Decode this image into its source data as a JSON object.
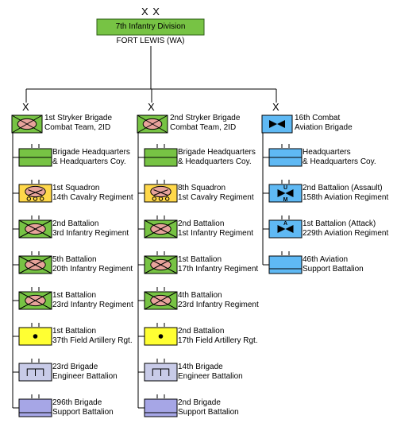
{
  "division": {
    "echelon": "X X",
    "name": "7th Infantry Division",
    "location": "FORT LEWIS (WA)"
  },
  "brigades": [
    {
      "echelon": "X",
      "name": [
        "1st Stryker Brigade",
        "Combat Team, 2ID"
      ],
      "symbol": "stryker",
      "units": [
        {
          "symbol": "hq",
          "label": [
            "Brigade Headquarters",
            "& Headquarters Coy."
          ]
        },
        {
          "symbol": "cavalry",
          "label": [
            "1st Squadron",
            "14th Cavalry Regiment"
          ]
        },
        {
          "symbol": "stryker",
          "label": [
            "2nd Battalion",
            "3rd Infantry Regiment"
          ]
        },
        {
          "symbol": "stryker",
          "label": [
            "5th Battalion",
            "20th Infantry Regiment"
          ]
        },
        {
          "symbol": "stryker",
          "label": [
            "1st Battalion",
            "23rd Infantry Regiment"
          ]
        },
        {
          "symbol": "artillery",
          "label": [
            "1st Battalion",
            "37th Field Artillery Rgt."
          ]
        },
        {
          "symbol": "engineer",
          "label": [
            "23rd Brigade",
            "Engineer Battalion"
          ]
        },
        {
          "symbol": "support",
          "label": [
            "296th Brigade",
            "Support Battalion"
          ]
        }
      ]
    },
    {
      "echelon": "X",
      "name": [
        "2nd Stryker Brigade",
        "Combat Team, 2ID"
      ],
      "symbol": "stryker",
      "units": [
        {
          "symbol": "hq",
          "label": [
            "Brigade Headquarters",
            "& Headquarters Coy."
          ]
        },
        {
          "symbol": "cavalry",
          "label": [
            "8th Squadron",
            "1st Cavalry Regiment"
          ]
        },
        {
          "symbol": "stryker",
          "label": [
            "2nd Battalion",
            "1st Infantry Regiment"
          ]
        },
        {
          "symbol": "stryker",
          "label": [
            "1st Battalion",
            "17th Infantry Regiment"
          ]
        },
        {
          "symbol": "stryker",
          "label": [
            "4th Battalion",
            "23rd Infantry Regiment"
          ]
        },
        {
          "symbol": "artillery",
          "label": [
            "2nd Battalion",
            "17th Field Artillery Rgt."
          ]
        },
        {
          "symbol": "engineer",
          "label": [
            "14th Brigade",
            "Engineer Battalion"
          ]
        },
        {
          "symbol": "support",
          "label": [
            "2nd Brigade",
            "Support Battalion"
          ]
        }
      ]
    },
    {
      "echelon": "X",
      "name": [
        "16th Combat",
        "Aviation Brigade"
      ],
      "symbol": "aviation",
      "units": [
        {
          "symbol": "aviation-hq",
          "label": [
            "Headquarters",
            "& Headquarters Coy."
          ]
        },
        {
          "symbol": "aviation-u",
          "label": [
            "2nd Battalion (Assault)",
            "158th Aviation Regiment"
          ]
        },
        {
          "symbol": "aviation-a",
          "label": [
            "1st Battalion (Attack)",
            "229th Aviation Regiment"
          ]
        },
        {
          "symbol": "aviation-support",
          "label": [
            "46th Aviation",
            "Support Battalion"
          ]
        }
      ]
    }
  ],
  "colors": {
    "infantry": "#77c344",
    "cavalry": "#ffd84a",
    "artillery": "#ffff33",
    "engineer": "#c8cbe8",
    "support": "#a6a6e6",
    "aviation": "#5fb9f4",
    "oval": "#e7a39b",
    "line": "#000000"
  }
}
